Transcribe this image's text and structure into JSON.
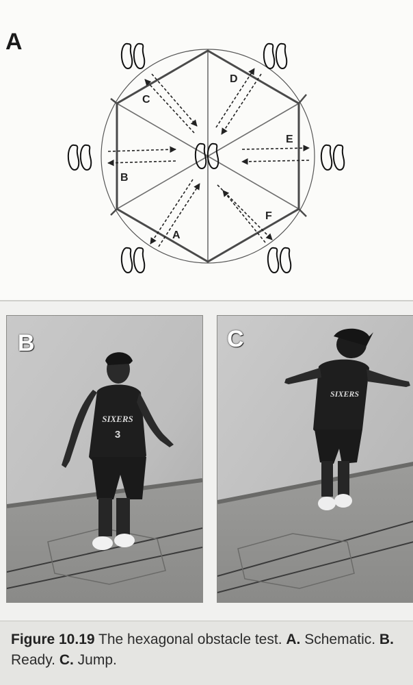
{
  "panels": {
    "a": {
      "label": "A"
    },
    "b": {
      "label": "B"
    },
    "c": {
      "label": "C"
    }
  },
  "diagram": {
    "zone_labels": [
      "A",
      "B",
      "C",
      "D",
      "E",
      "F"
    ]
  },
  "photo_b": {
    "jersey_text": "SIXERS",
    "jersey_number": "3"
  },
  "photo_c": {
    "jersey_text": "SIXERS"
  },
  "caption": {
    "figure": "Figure 10.19",
    "text": " The hexagonal obstacle test. ",
    "a": "A.",
    "a_text": " Schematic. ",
    "b": "B.",
    "b_text": " Ready. ",
    "c": "C.",
    "c_text": " Jump."
  }
}
